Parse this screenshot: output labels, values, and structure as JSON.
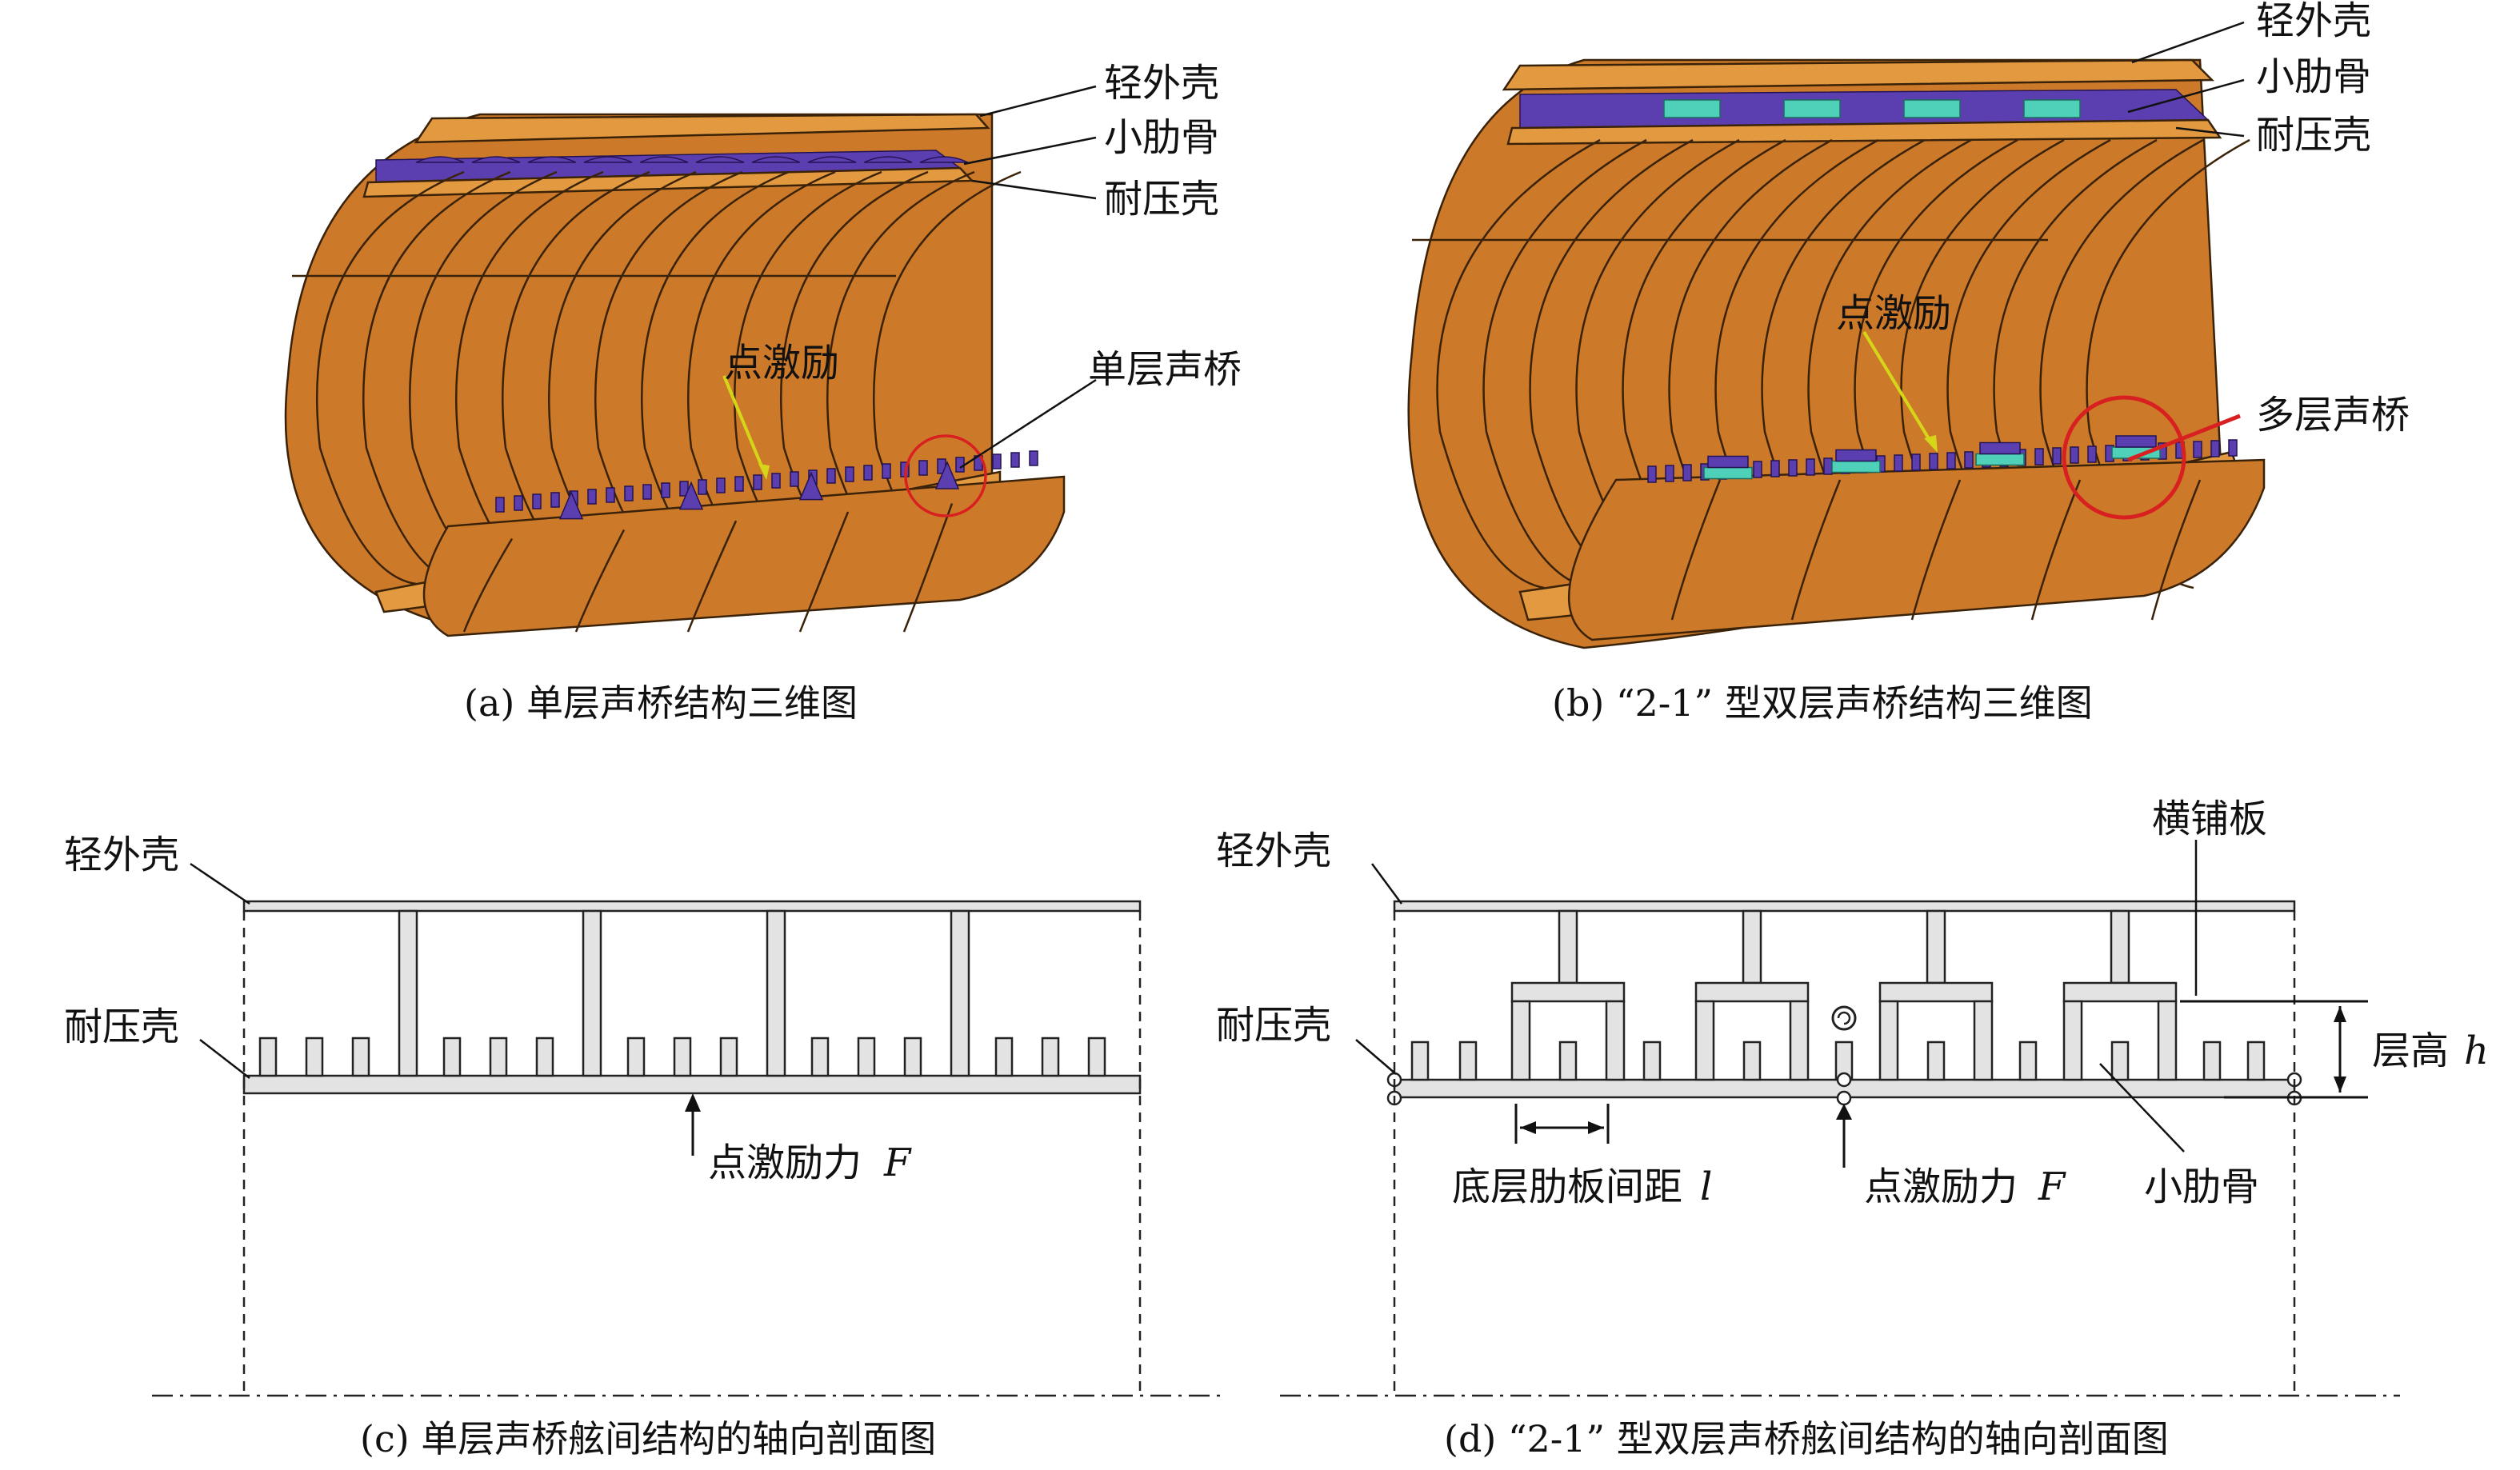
{
  "panel_a": {
    "labels": {
      "outer_shell": "轻外壳",
      "small_rib": "小肋骨",
      "pressure_shell": "耐压壳",
      "excitation": "点激励",
      "bridge": "单层声桥"
    },
    "caption": "(a) 单层声桥结构三维图"
  },
  "panel_b": {
    "labels": {
      "outer_shell": "轻外壳",
      "small_rib": "小肋骨",
      "pressure_shell": "耐压壳",
      "excitation": "点激励",
      "bridge": "多层声桥"
    },
    "caption": "(b) “2-1” 型双层声桥结构三维图"
  },
  "panel_c": {
    "labels": {
      "outer_shell": "轻外壳",
      "pressure_shell": "耐压壳",
      "force": "点激励力",
      "force_symbol": "F"
    },
    "caption": "(c) 单层声桥舷间结构的轴向剖面图"
  },
  "panel_d": {
    "labels": {
      "outer_shell": "轻外壳",
      "cross_plate": "横铺板",
      "pressure_shell": "耐压壳",
      "layer_height": "层高",
      "layer_height_symbol": "h",
      "rib_spacing": "底层肋板间距",
      "rib_spacing_symbol": "l",
      "force": "点激励力",
      "force_symbol": "F",
      "small_rib": "小肋骨"
    },
    "caption": "(d) “2-1” 型双层声桥舷间结构的轴向剖面图"
  },
  "colors": {
    "shell": "#cc7a2a",
    "rib": "#5b3fb0",
    "bridge_plate": "#4fd0b8",
    "marker_circle": "#d92020",
    "arrow": "#d6d619"
  }
}
